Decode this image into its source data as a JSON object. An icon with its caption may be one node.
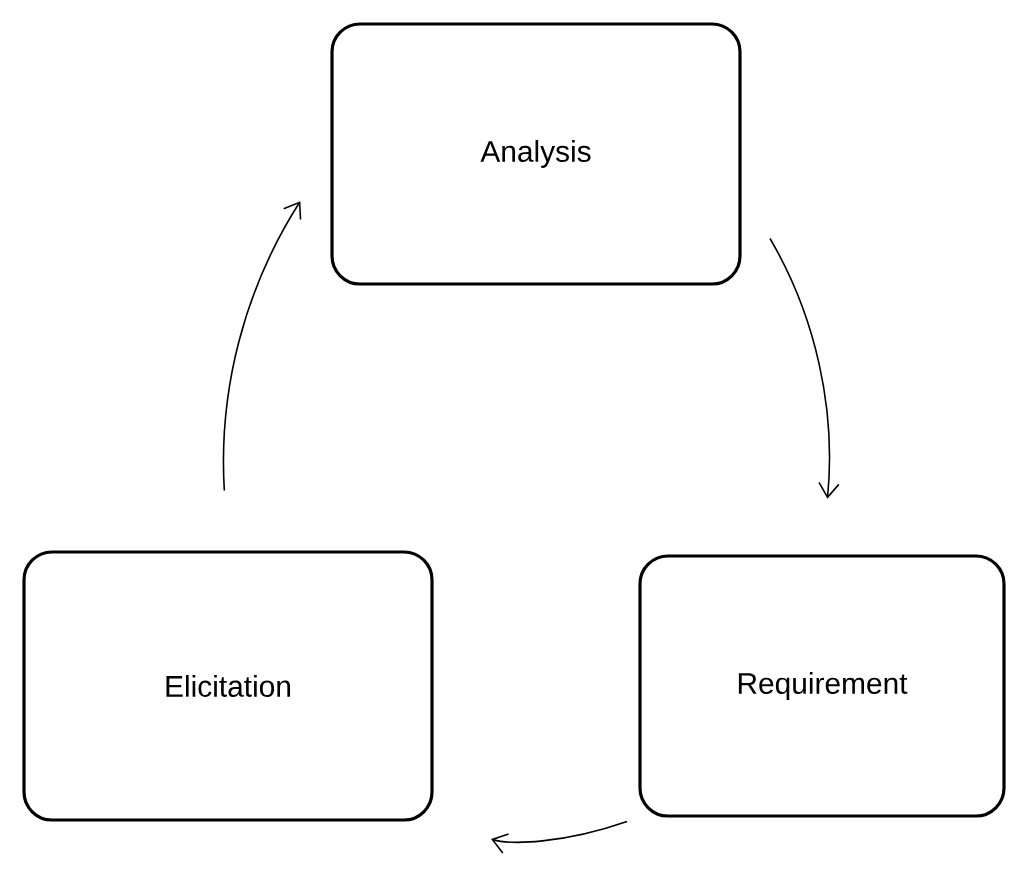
{
  "diagram": {
    "nodes": [
      {
        "text": [
          "Analysis"
        ]
      },
      {
        "text": [
          "Requirement"
        ]
      },
      {
        "text": [
          "Elicitation"
        ]
      }
    ],
    "edges": [
      {
        "from": 0,
        "to": 1,
        "arrow": "to"
      },
      {
        "from": 1,
        "to": 2,
        "arrow": "to"
      },
      {
        "from": 2,
        "to": 0,
        "arrow": "to"
      }
    ]
  }
}
